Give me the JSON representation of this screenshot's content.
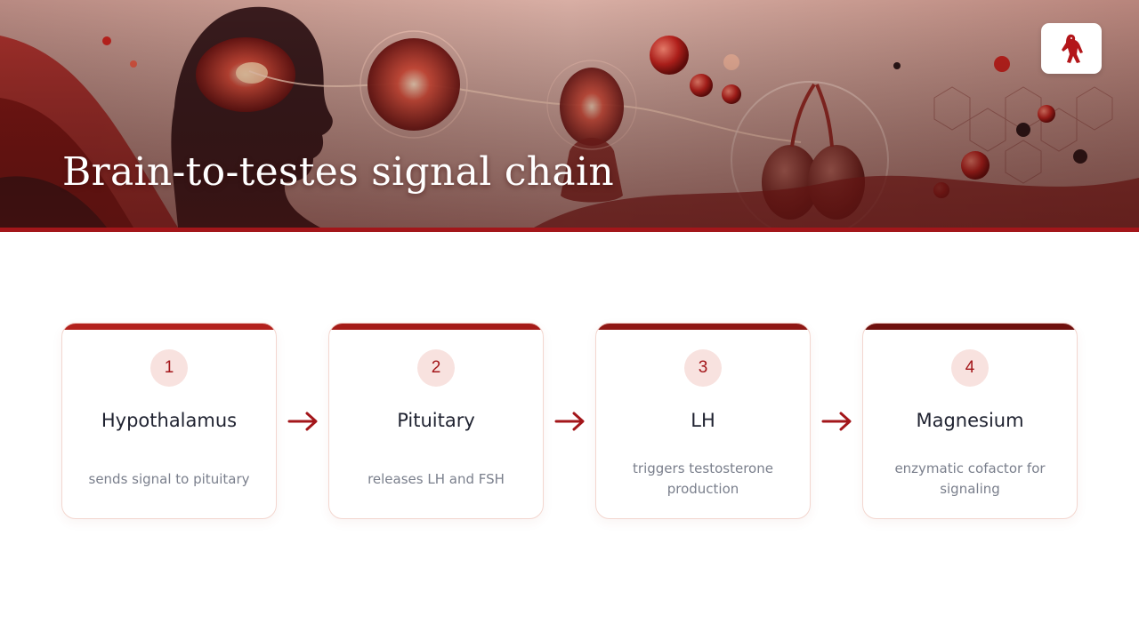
{
  "header": {
    "title": "Brain-to-testes signal chain",
    "logo_icon": "bigfoot-logo-icon"
  },
  "colors": {
    "accent": "#a3161a",
    "number_bg": "#f8e2df",
    "card_border": "#f3d6cf"
  },
  "steps": [
    {
      "number": "1",
      "title": "Hypothalamus",
      "description": "sends signal to pituitary"
    },
    {
      "number": "2",
      "title": "Pituitary",
      "description": "releases LH and FSH"
    },
    {
      "number": "3",
      "title": "LH",
      "description": "triggers testosterone production"
    },
    {
      "number": "4",
      "title": "Magnesium",
      "description": "enzymatic cofactor for signaling"
    }
  ],
  "connector_icon": "arrow-right-icon"
}
